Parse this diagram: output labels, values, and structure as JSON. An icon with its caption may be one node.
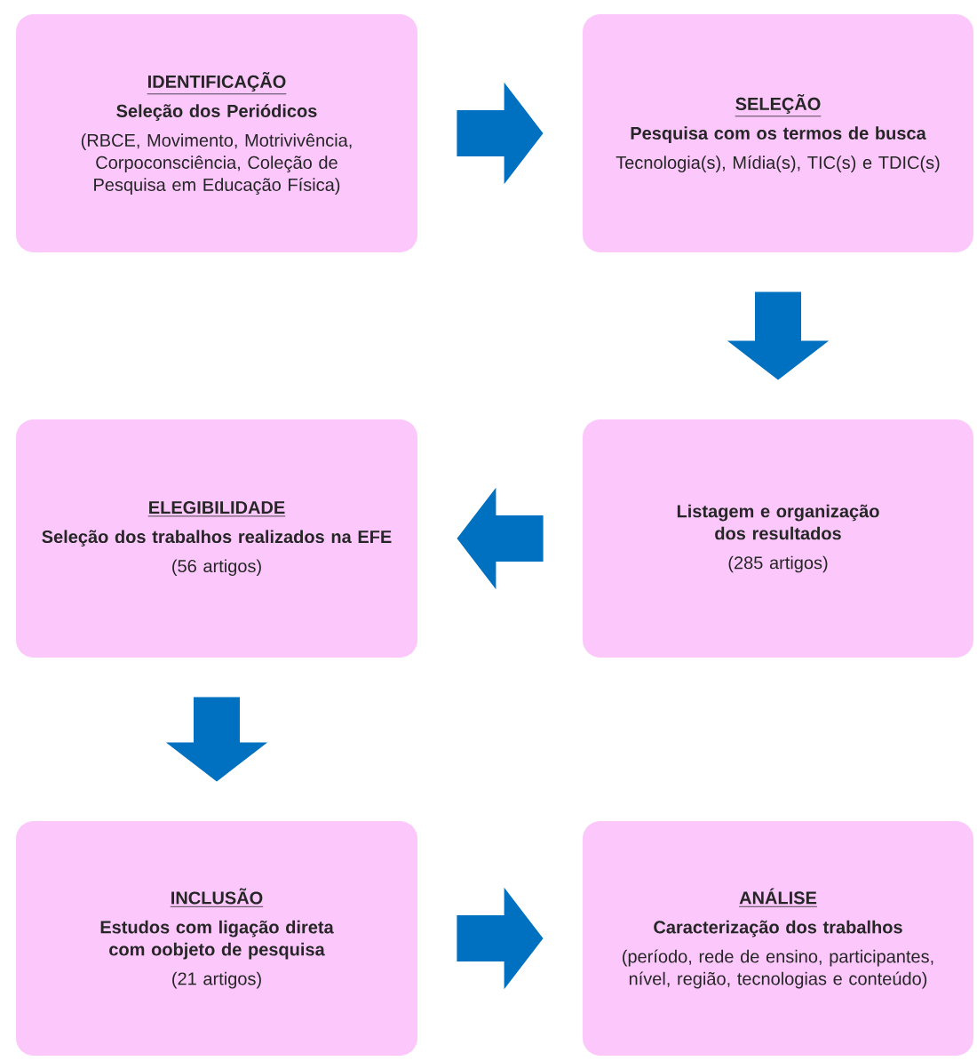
{
  "diagram": {
    "nodes": [
      {
        "text": [
          "IDENTIFICAÇÃO",
          "Seleção dos Periódicos",
          "(RBCE, Movimento, Motrivivência, Corpoconsciência, Coleção de Pesquisa em Educação Física)"
        ]
      },
      {
        "text": [
          "SELEÇÃO",
          "Pesquisa com os termos de busca",
          "Tecnologia(s), Mídia(s), TIC(s) e TDIC(s)"
        ]
      },
      {
        "text": [
          "ELEGIBILIDADE",
          "Seleção dos trabalhos realizados na EFE",
          "(56 artigos)"
        ]
      },
      {
        "text": [
          "Listagem e organização dos resultados",
          "(285 artigos)"
        ]
      },
      {
        "text": [
          "INCLUSÃO",
          "Estudos com ligação direta com oobjeto de pesquisa",
          "(21 artigos)"
        ]
      },
      {
        "text": [
          "ANÁLISE",
          "Caracterização dos trabalhos",
          "(período, rede de ensino, participantes, nível, região, tecnologias e conteúdo)"
        ]
      }
    ],
    "edges": [
      {
        "from": 0,
        "to": 1,
        "arrow": "to"
      },
      {
        "from": 1,
        "to": 3,
        "arrow": "to"
      },
      {
        "from": 3,
        "to": 2,
        "arrow": "to"
      },
      {
        "from": 2,
        "to": 4,
        "arrow": "to"
      },
      {
        "from": 4,
        "to": 5,
        "arrow": "to"
      }
    ]
  }
}
